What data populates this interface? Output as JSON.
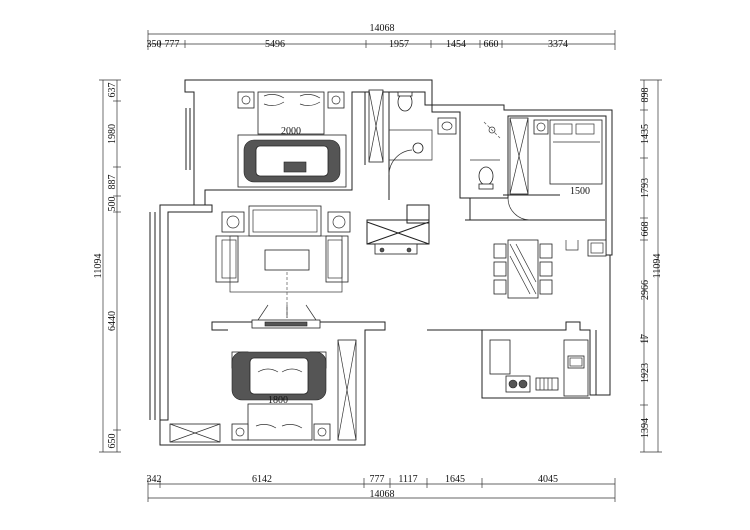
{
  "plan": {
    "total_width_top": "14068",
    "total_width_bottom": "14068",
    "total_depth_left": "11094",
    "total_depth_right": "11094",
    "top_dims": [
      "350",
      "777",
      "5496",
      "1957",
      "1454",
      "660",
      "3374"
    ],
    "bottom_dims": [
      "342",
      "6142",
      "777",
      "1117",
      "1645",
      "4045"
    ],
    "left_dims": [
      "637",
      "1980",
      "887",
      "500",
      "6440",
      "650"
    ],
    "right_dims": [
      "898",
      "1435",
      "1793",
      "668",
      "2966",
      "17",
      "1923",
      "1394"
    ],
    "bed_labels": [
      "2000",
      "1500",
      "1800"
    ]
  }
}
